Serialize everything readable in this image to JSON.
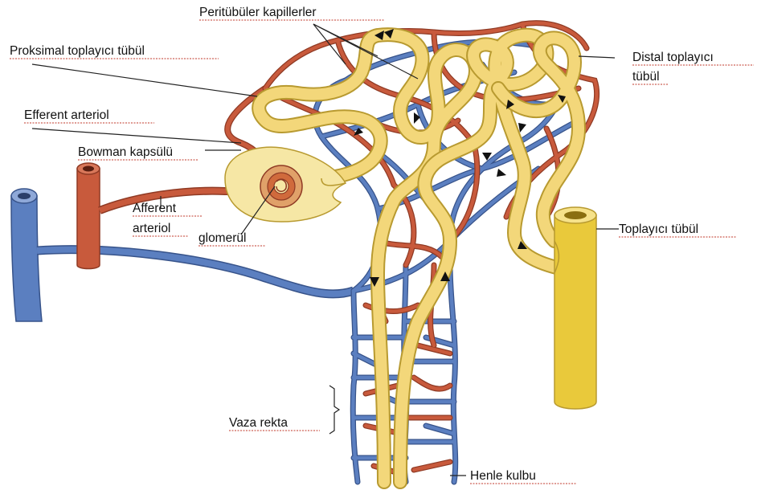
{
  "labels": {
    "peritubular": "Peritübüler kapillerler",
    "proximal": "Proksimal toplayıcı tübül",
    "distal_line1": "Distal toplayıcı",
    "distal_line2": "tübül",
    "efferent": "Efferent arteriol",
    "bowman": "Bowman kapsülü",
    "afferent_line1": "Afferent",
    "afferent_line2": "arteriol",
    "glomerulus": "glomerül",
    "collecting": "Toplayıcı tübül",
    "vasa_recta": "Vaza rekta",
    "henle": "Henle kulbu"
  },
  "colors": {
    "artery": "#c85a3c",
    "artery_dark": "#8f3a24",
    "vein": "#5b7fc0",
    "vein_dark": "#37538a",
    "tubule": "#f3d77a",
    "tubule_dark": "#b89a30",
    "collecting": "#e9c93b",
    "capsule": "#f6e7a5",
    "glomerulus": "#d06a3c",
    "arrow": "#111111"
  }
}
